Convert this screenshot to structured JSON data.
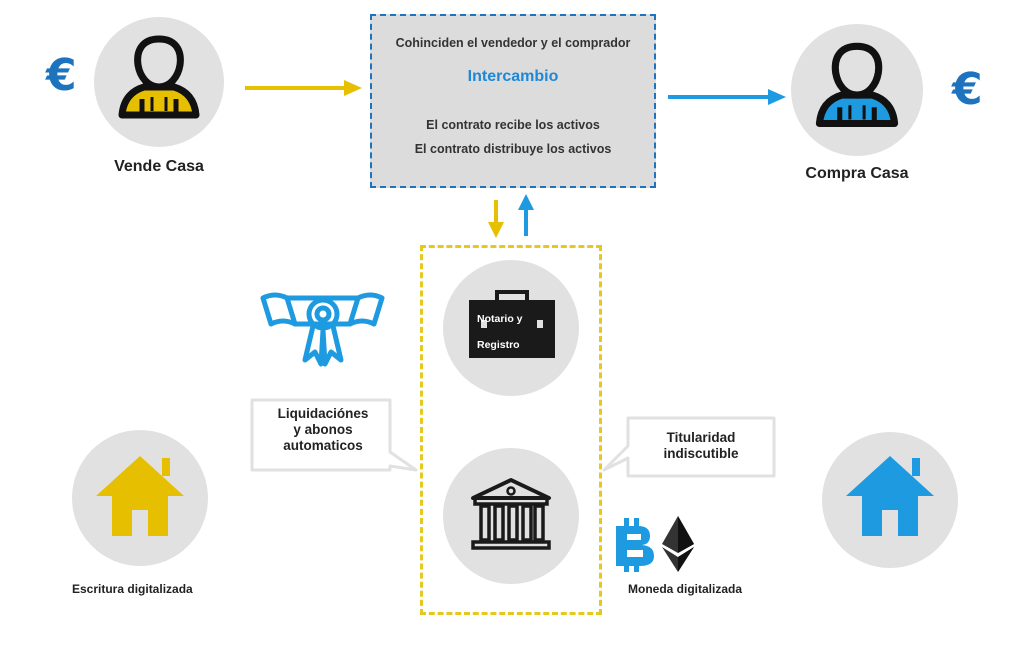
{
  "colors": {
    "yellow": "#e6c000",
    "blue": "#1e9be0",
    "box_border": "#1e73be",
    "gray": "#e1e1e1"
  },
  "seller": {
    "label": "Vende Casa",
    "currency": "€",
    "icon": "person-icon"
  },
  "buyer": {
    "label": "Compra Casa",
    "currency": "€",
    "icon": "person-icon"
  },
  "contract": {
    "line1": "Cohinciden el vendedor y el comprador",
    "title": "Intercambio",
    "line2": "El contrato recibe los activos",
    "line3": "El contrato distribuye los activos"
  },
  "notary": {
    "line1": "Notario y",
    "line2": "Registro",
    "icon": "briefcase-icon"
  },
  "bank": {
    "icon": "bank-icon"
  },
  "left_bubble": {
    "line1": "Liquidaciónes",
    "line2": "y abonos",
    "line3": "automaticos"
  },
  "right_bubble": {
    "line1": "Titularidad",
    "line2": "indiscutible"
  },
  "left_house": {
    "label": "Escritura digitalizada",
    "icon": "house-icon"
  },
  "right_house": {
    "label": "Moneda digitalizada",
    "icon": "house-icon"
  },
  "crypto": {
    "bitcoin_icon": "bitcoin-icon",
    "ethereum_icon": "ethereum-icon"
  },
  "diploma": {
    "icon": "diploma-icon"
  }
}
